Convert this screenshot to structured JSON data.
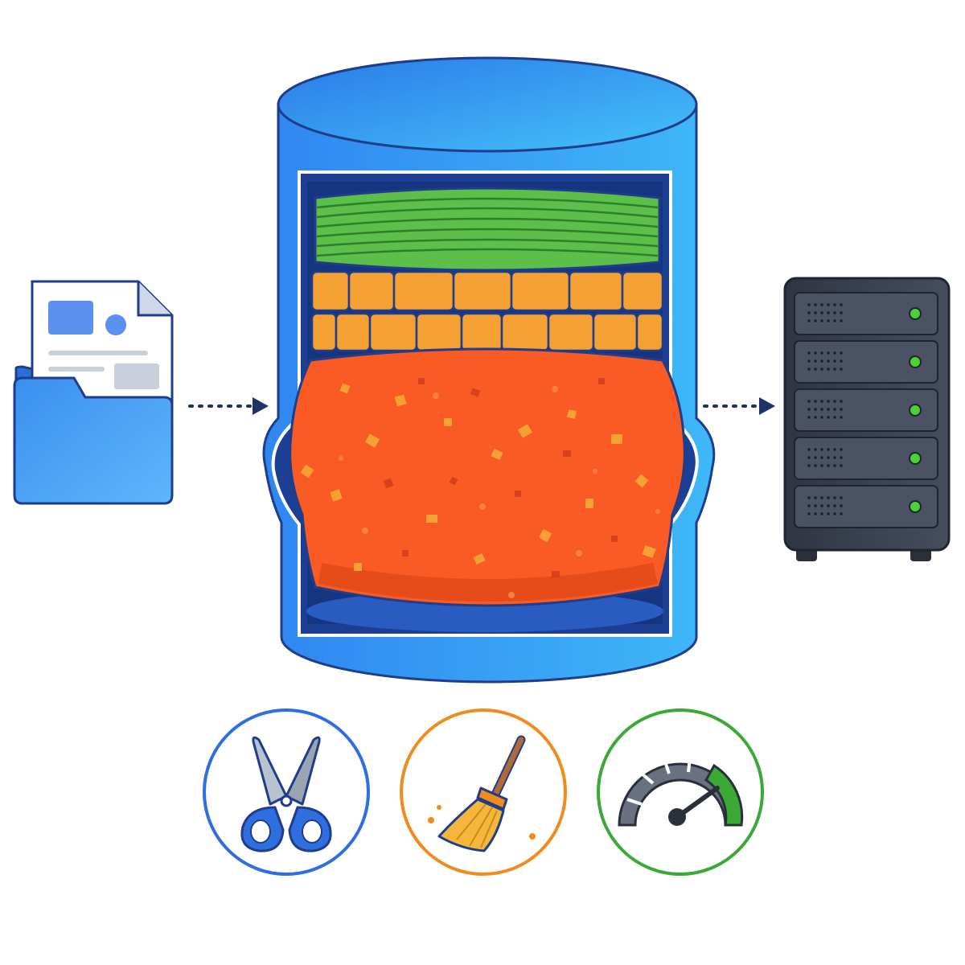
{
  "diagram": {
    "nodes": [
      {
        "id": "source-files",
        "icon": "folder-document-icon"
      },
      {
        "id": "database",
        "icon": "database-cylinder-icon",
        "layers": [
          {
            "id": "top-layer",
            "icon": "stacked-plates-icon",
            "color": "#5cbf4a"
          },
          {
            "id": "middle-layer",
            "icon": "brick-blocks-icon",
            "color": "#f5a033"
          },
          {
            "id": "bottom-layer",
            "icon": "bloated-fragment-icon",
            "color": "#fa5a24"
          }
        ]
      },
      {
        "id": "server",
        "icon": "server-rack-icon"
      }
    ],
    "edges": [
      {
        "from": "source-files",
        "to": "database",
        "style": "dotted-arrow"
      },
      {
        "from": "database",
        "to": "server",
        "style": "dotted-arrow"
      }
    ],
    "actions": [
      {
        "id": "trim",
        "icon": "scissors-icon",
        "ring_color": "#2e6fe0"
      },
      {
        "id": "clean",
        "icon": "broom-icon",
        "ring_color": "#f08c1e"
      },
      {
        "id": "speed",
        "icon": "speedometer-icon",
        "ring_color": "#3aaa35"
      }
    ]
  },
  "colors": {
    "cylinder": "#2f86f0",
    "cylinder_light": "#3fb8f8",
    "outline": "#1f3d8a",
    "server_body": "#3a4150",
    "server_led": "#4cd137",
    "arrow": "#1f3466"
  }
}
